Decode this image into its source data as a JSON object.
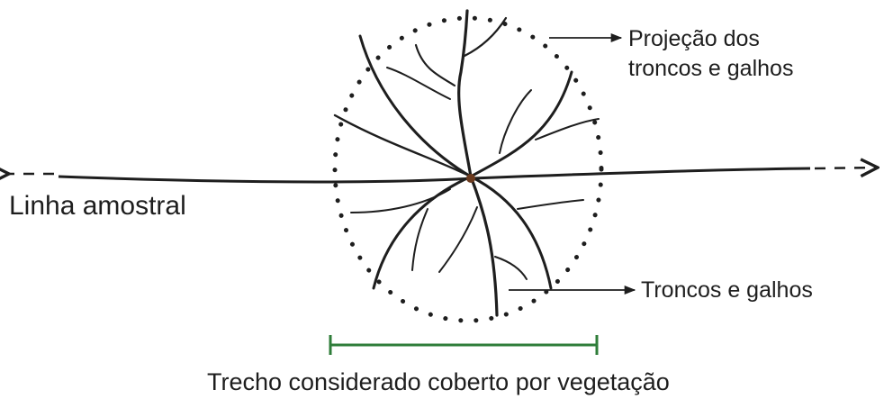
{
  "labels": {
    "projection_line1": "Projeção dos",
    "projection_line2": "troncos e galhos",
    "sample_line": "Linha amostral",
    "trunks": "Troncos e galhos",
    "covered_stretch": "Trecho considerado coberto por vegetação"
  },
  "colors": {
    "ink": "#1e1e1e",
    "trunk_center": "#6b3a1e",
    "bracket": "#2f7d3a"
  }
}
